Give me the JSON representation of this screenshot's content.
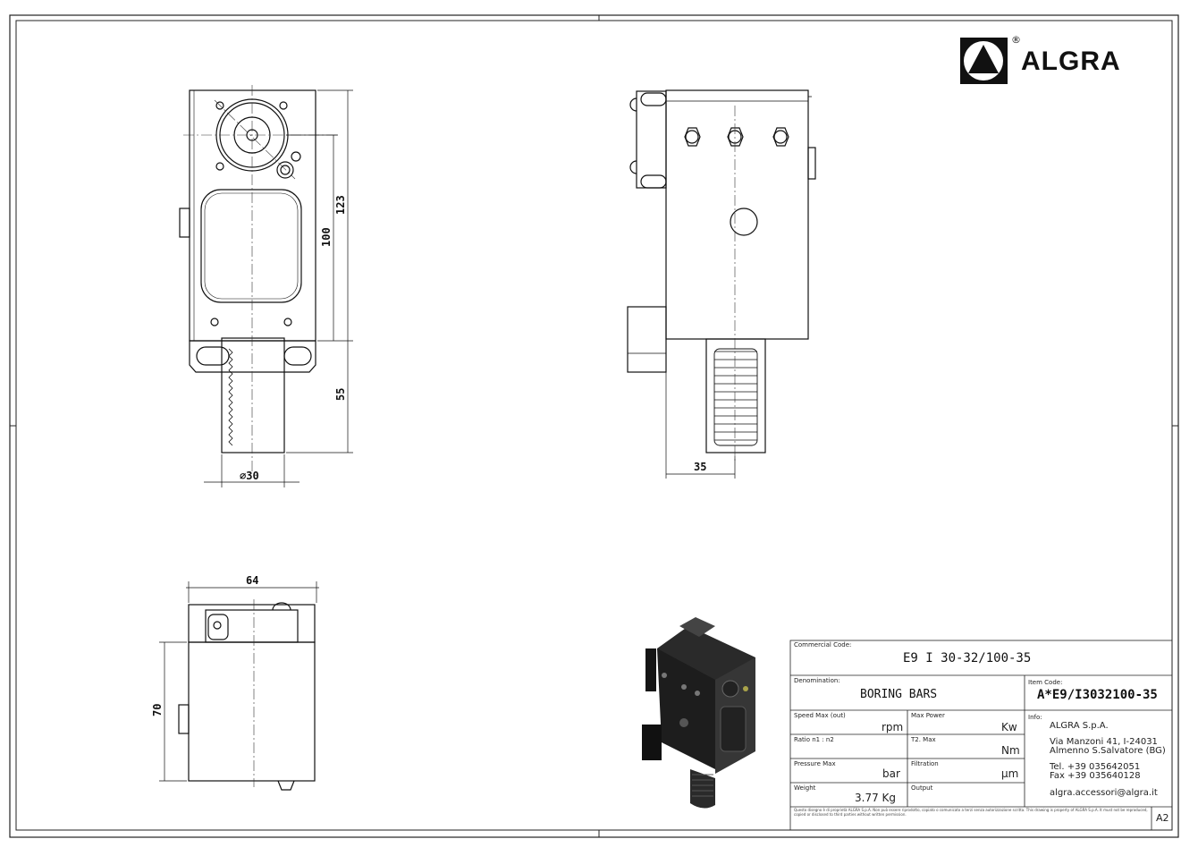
{
  "brand": {
    "name": "ALGRA",
    "registered": "®"
  },
  "dimensions": {
    "total_height": "123",
    "body_height": "100",
    "shank_length": "55",
    "shank_diameter": "∅30",
    "center_offset": "35",
    "width": "64",
    "depth": "70"
  },
  "title_block": {
    "commercial_code_label": "Commercial Code:",
    "commercial_code": "E9 I 30-32/100-35",
    "denomination_label": "Denomination:",
    "denomination": "BORING BARS",
    "item_code_label": "Item Code:",
    "item_code": "A*E9/I3032100-35",
    "speed_label": "Speed Max (out)",
    "speed_unit": "rpm",
    "power_label": "Max Power",
    "power_unit": "Kw",
    "ratio_label": "Ratio n1 : n2",
    "torque_label": "T2. Max",
    "torque_unit": "Nm",
    "pressure_label": "Pressure Max",
    "pressure_unit": "bar",
    "filtration_label": "Filtration",
    "filtration_unit": "µm",
    "weight_label": "Weight",
    "weight": "3.77 Kg",
    "output_label": "Output",
    "info_label": "Info:",
    "company": "ALGRA S.p.A.",
    "address1": "Via Manzoni 41, I-24031",
    "address2": "Almenno S.Salvatore (BG)",
    "tel": "Tel. +39 035642051",
    "fax": "Fax +39 035640128",
    "email": "algra.accessori@algra.it",
    "sheet_size": "A2",
    "legal_text": "Questo disegno è di proprietà ALGRA S.p.A. Non può essere riprodotto, copiato o comunicato a terzi senza autorizzazione scritta. This drawing is property of ALGRA S.p.A. It must not be reproduced, copied or disclosed to third parties without written permission."
  }
}
